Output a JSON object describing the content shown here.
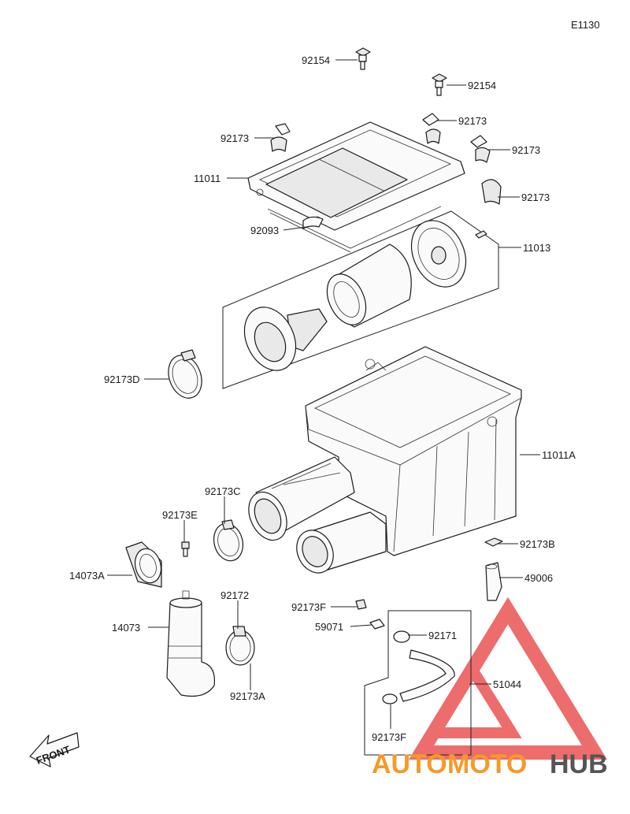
{
  "diagram": {
    "code": "E1130",
    "front_label": "FRONT",
    "callouts": {
      "p92154_top": "92154",
      "p92154_right": "92154",
      "p92173_left": "92173",
      "p92173_r1": "92173",
      "p92173_r2": "92173",
      "p92173_r3": "92173",
      "p11011": "11011",
      "p92093": "92093",
      "p11013": "11013",
      "p92173D": "92173D",
      "p11011A": "11011A",
      "p92173C": "92173C",
      "p92173E": "92173E",
      "p14073A": "14073A",
      "p92173B": "92173B",
      "p49006": "49006",
      "p92172": "92172",
      "p14073": "14073",
      "p92173F": "92173F",
      "p59071": "59071",
      "p92171": "92171",
      "p51044": "51044",
      "p92173A": "92173A",
      "p92173F2": "92173F"
    },
    "watermark": {
      "word_a": "AUTO",
      "word_b": "MOTO",
      "word_c": "HUB",
      "color_primary": "#f39a2b",
      "color_secondary": "#555555",
      "triangle_color": "#e83b3b"
    }
  }
}
